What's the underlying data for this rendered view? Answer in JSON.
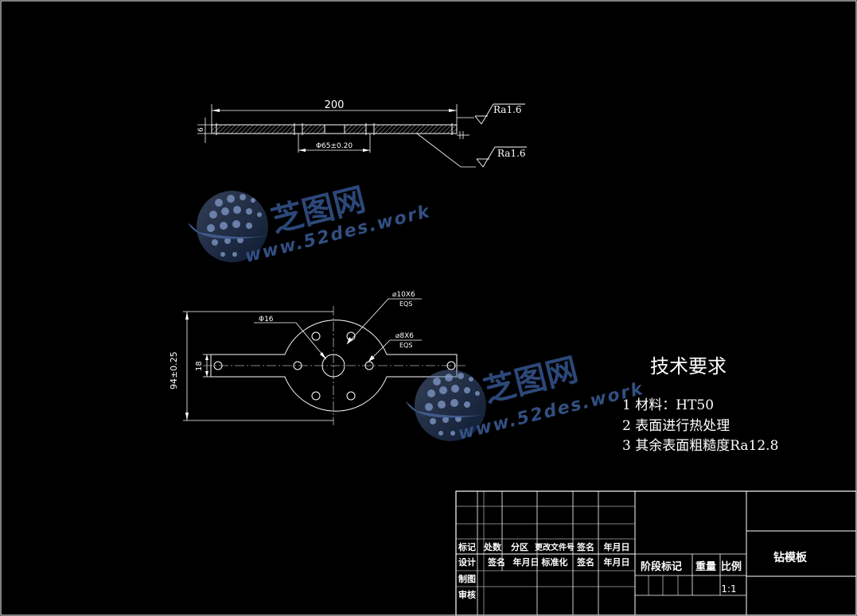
{
  "drawing": {
    "top_view": {
      "length_dim": "200",
      "thickness_dim": "6",
      "hole_dim": "Φ65±0.20",
      "roughness_top": "Ra1.6",
      "roughness_bottom": "Ra1.6"
    },
    "front_view": {
      "height_dim": "94±0.25",
      "bar_width_dim": "18",
      "center_hole_dim": "Φ16",
      "hole_pattern_1": "⌀10X6",
      "hole_pattern_1_note": "EQS",
      "hole_pattern_2": "⌀8X6",
      "hole_pattern_2_note": "EQS"
    }
  },
  "watermark": {
    "brand": "芝图网",
    "url": "www.52des.work"
  },
  "tech_requirements": {
    "title": "技术要求",
    "items": [
      "1 材料：HT50",
      "2 表面进行热处理",
      "3 其余表面粗糙度Ra12.8"
    ]
  },
  "title_block": {
    "labels": {
      "mark": "标记",
      "count": "处数",
      "zone": "分区",
      "change_doc": "更改文件号",
      "sign1": "签名",
      "date1": "年月日",
      "design": "设计",
      "sign2": "签名",
      "date2": "年月日",
      "standard": "标准化",
      "sign3": "签名",
      "date3": "年月日",
      "draw": "制图",
      "review": "审核",
      "stage_mark": "阶段标记",
      "weight": "重量",
      "scale": "比例"
    },
    "scale_value": "1:1",
    "part_name": "钻模板"
  }
}
